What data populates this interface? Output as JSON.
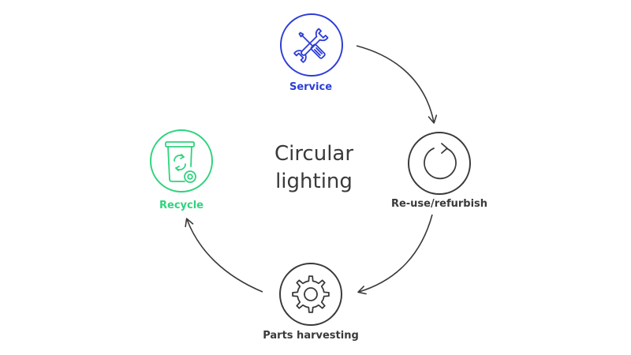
{
  "title": {
    "line1": "Circular",
    "line2": "lighting"
  },
  "nodes": {
    "service": {
      "label": "Service",
      "icon": "wrench-screwdriver-icon",
      "color": "#2c3ed6"
    },
    "reuse": {
      "label": "Re-use/refurbish",
      "icon": "refresh-arrow-icon",
      "color": "#3a3a3a"
    },
    "parts": {
      "label": "Parts harvesting",
      "icon": "gear-icon",
      "color": "#3a3a3a"
    },
    "recycle": {
      "label": "Recycle",
      "icon": "recycle-bin-icon",
      "color": "#2ed37d"
    }
  },
  "arrow_color": "#3a3a3a"
}
